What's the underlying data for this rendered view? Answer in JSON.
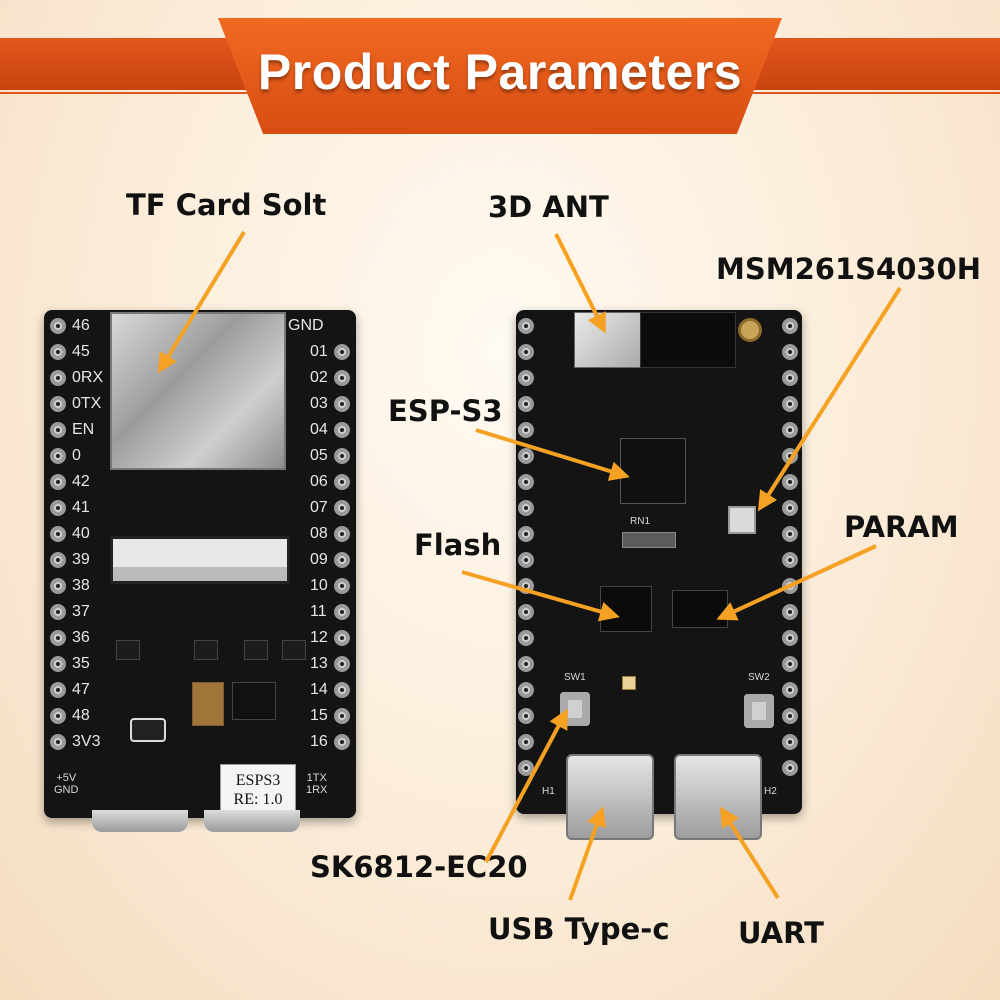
{
  "banner": {
    "title": "Product Parameters"
  },
  "callouts": {
    "tf_card": "TF Card Solt",
    "ant": "3D ANT",
    "mic": "MSM261S4030H",
    "esp": "ESP-S3",
    "flash": "Flash",
    "param": "PARAM",
    "led": "SK6812-EC20",
    "usb": "USB Type-c",
    "uart": "UART"
  },
  "left_board": {
    "left_pins": [
      "46",
      "45",
      "0RX",
      "0TX",
      "EN",
      "0",
      "42",
      "41",
      "40",
      "39",
      "38",
      "37",
      "36",
      "35",
      "47",
      "48",
      "3V3"
    ],
    "right_pins": [
      "GND",
      "01",
      "02",
      "03",
      "04",
      "05",
      "06",
      "07",
      "08",
      "09",
      "10",
      "11",
      "12",
      "13",
      "14",
      "15",
      "16"
    ],
    "power_left": [
      "+5V",
      "GND"
    ],
    "power_right": [
      "1TX",
      "1RX"
    ],
    "badge_line1": "ESPS3",
    "badge_line2": "RE: 1.0"
  },
  "right_board": {
    "corner_left": "H1",
    "corner_right": "H2",
    "sw1": "SW1",
    "sw2": "SW2",
    "rn1": "RN1"
  },
  "colors": {
    "accent_orange": "#e2571c",
    "arrow_orange": "#f5a224",
    "pcb": "#141414"
  }
}
